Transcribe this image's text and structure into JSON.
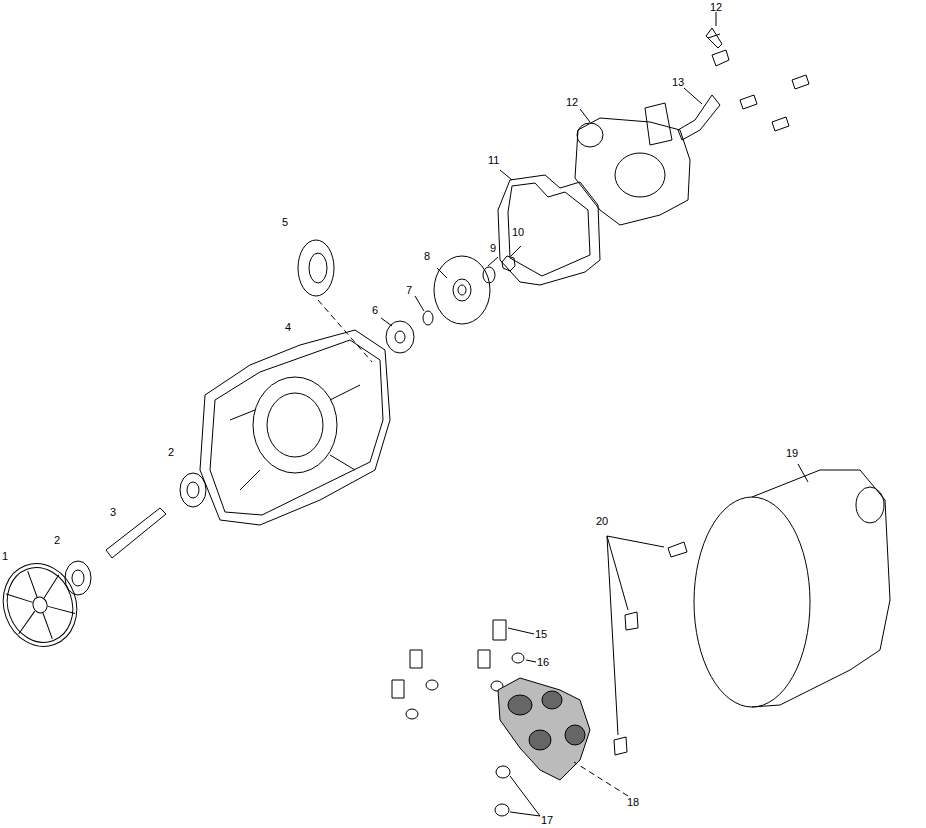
{
  "diagram": {
    "labels": [
      "12",
      "13",
      "12",
      "11",
      "10",
      "9",
      "8",
      "7",
      "6",
      "5",
      "4",
      "2",
      "3",
      "2",
      "1",
      "19",
      "20",
      "15",
      "16",
      "18",
      "17"
    ]
  }
}
